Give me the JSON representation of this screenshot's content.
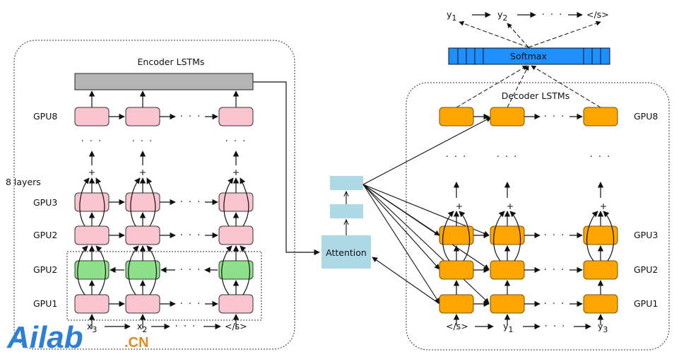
{
  "encoder": {
    "title": "Encoder LSTMs",
    "layers_note": "8 layers",
    "rows": [
      "GPU8",
      "GPU3",
      "GPU2",
      "GPU2",
      "GPU1"
    ],
    "inputs": [
      "x",
      "x",
      "</s>"
    ],
    "input_subs": [
      "3",
      "2",
      ""
    ],
    "ellipsis": "· · ·",
    "plus": "+"
  },
  "attention": {
    "label": "Attention"
  },
  "decoder": {
    "title": "Decoder LSTMs",
    "rows": [
      "GPU8",
      "GPU3",
      "GPU2",
      "GPU1"
    ],
    "inputs": [
      "</s>",
      "y",
      "y"
    ],
    "input_subs": [
      "",
      "1",
      "3"
    ],
    "softmax": "Softmax",
    "outputs": [
      "y",
      "y",
      "</s>"
    ],
    "output_subs": [
      "1",
      "2",
      ""
    ]
  },
  "watermark": {
    "text": "Ailab",
    "suffix": ".CN"
  },
  "colors": {
    "encoder_cell": "#f9c3cf",
    "encoder_cell_bi": "#8fe08a",
    "decoder_cell": "#ffa500",
    "attention": "#add8e6",
    "softmax": "#1e8fff",
    "encoder_top": "#b5b5b5",
    "watermark": "#2c7fd3"
  }
}
